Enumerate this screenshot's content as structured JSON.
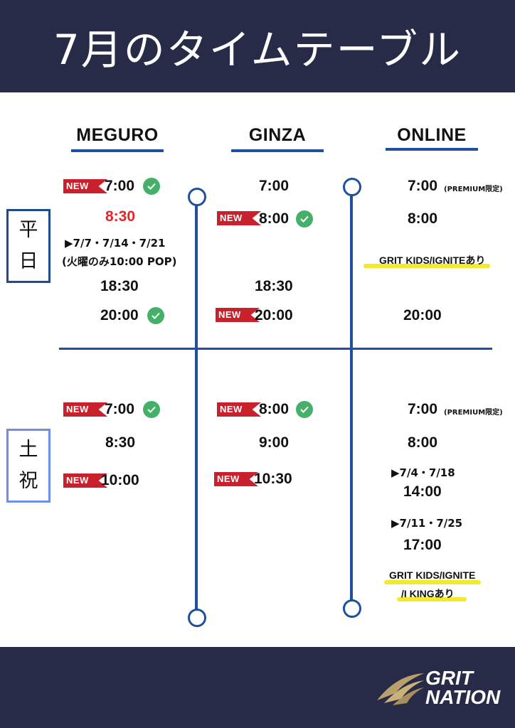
{
  "header": {
    "title": "7月のタイムテーブル"
  },
  "columns": {
    "meguro": "MEGURO",
    "ginza": "GINZA",
    "online": "ONLINE"
  },
  "days": {
    "weekday": [
      "平",
      "日"
    ],
    "holiday": [
      "土",
      "祝"
    ]
  },
  "badge_label": "NEW",
  "colors": {
    "navy": "#272b48",
    "line_blue": "#1e4fa0",
    "new_red": "#c8202c",
    "check_green": "#45b06a",
    "highlight": "#f5ea2a",
    "accent_red": "#e02828"
  },
  "weekday": {
    "meguro": {
      "t1": "7:00",
      "t2": "8:30",
      "note1": "▶7/7・7/14・7/21",
      "note2": "(火曜のみ10:00 POP)",
      "t3": "18:30",
      "t4": "20:00"
    },
    "ginza": {
      "t1": "7:00",
      "t2": "8:00",
      "t3": "18:30",
      "t4": "20:00"
    },
    "online": {
      "t1": "7:00",
      "t1_note": "(PREMIUM限定)",
      "t2": "8:00",
      "kids": "GRIT KIDS/IGNITEあり",
      "t4": "20:00"
    }
  },
  "holiday": {
    "meguro": {
      "t1": "7:00",
      "t2": "8:30",
      "t3": "10:00"
    },
    "ginza": {
      "t1": "8:00",
      "t2": "9:00",
      "t3": "10:30"
    },
    "online": {
      "t1": "7:00",
      "t1_note": "(PREMIUM限定)",
      "t2": "8:00",
      "n1": "▶7/4・7/18",
      "t3": "14:00",
      "n2": "▶7/11・7/25",
      "t4": "17:00",
      "kids1": "GRIT KIDS/IGNITE",
      "kids2": "/I KINGあり"
    }
  },
  "footer": {
    "logo_line1": "GRIT",
    "logo_line2": "NATION"
  }
}
